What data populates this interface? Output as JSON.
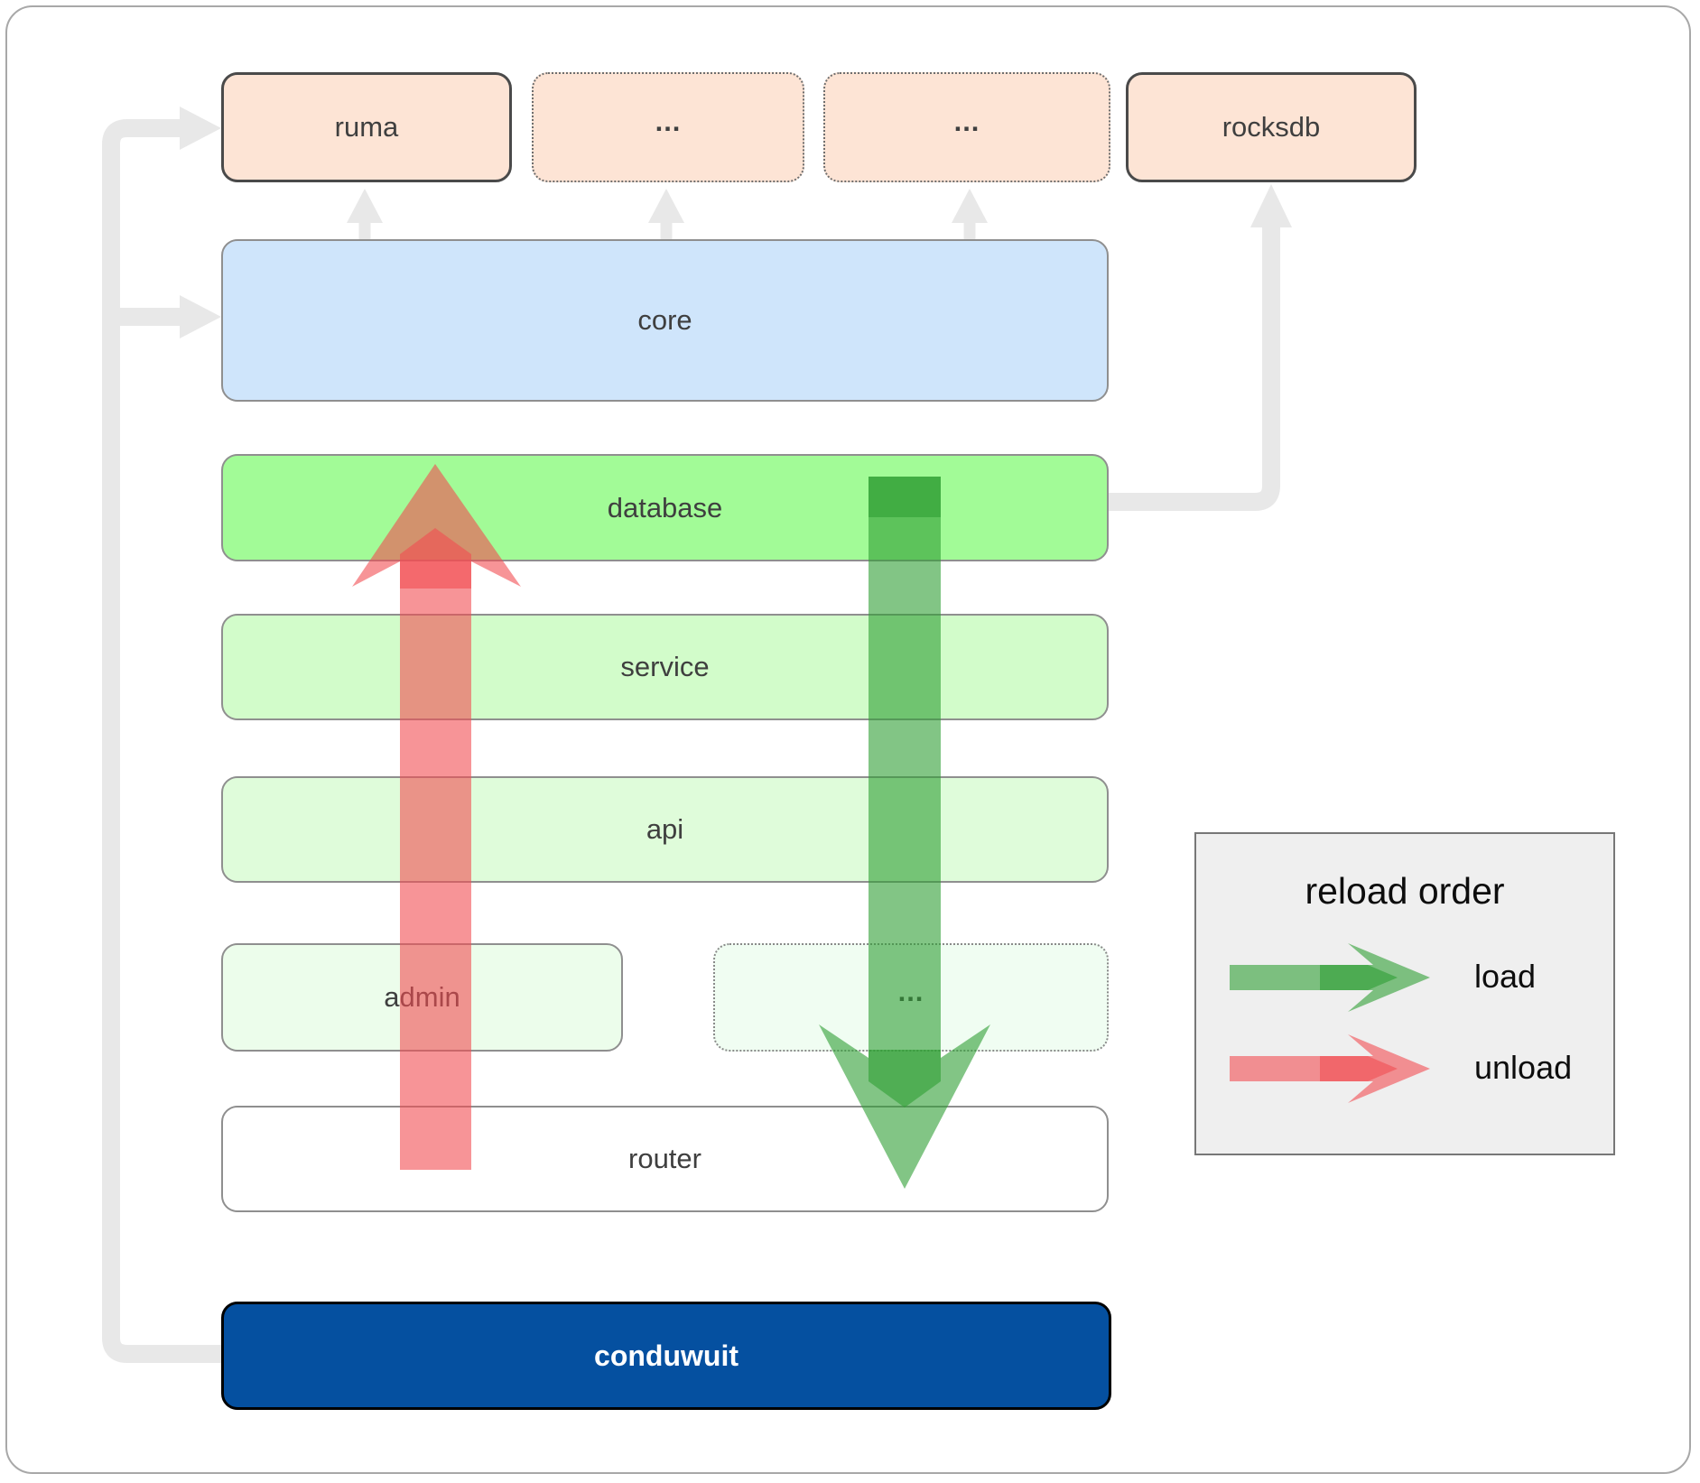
{
  "boxes": {
    "ruma": {
      "label": "ruma"
    },
    "dots_top_1": {
      "label": "..."
    },
    "dots_top_2": {
      "label": "..."
    },
    "rocksdb": {
      "label": "rocksdb"
    },
    "core": {
      "label": "core"
    },
    "database": {
      "label": "database"
    },
    "service": {
      "label": "service"
    },
    "api": {
      "label": "api"
    },
    "admin": {
      "label": "admin"
    },
    "dots_admin": {
      "label": "..."
    },
    "router": {
      "label": "router"
    },
    "conduwuit": {
      "label": "conduwuit"
    }
  },
  "legend": {
    "title": "reload order",
    "items": [
      {
        "label": "load",
        "color": "#2e9e33"
      },
      {
        "label": "unload",
        "color": "#f24d52"
      }
    ]
  },
  "arrows": {
    "load": {
      "direction": "down",
      "color": "#2e9e33"
    },
    "unload": {
      "direction": "up",
      "color": "#f24d52"
    }
  },
  "colors": {
    "connector": "#e8e8e8",
    "ruma_fill": "#fde4d5",
    "core_fill": "#cfe5fb",
    "database_fill": "#a2fb97",
    "service_fill": "#d2fcca",
    "api_fill": "#dffcda",
    "admin_fill": "#ecfdeb",
    "admin_dots_fill": "#f0fdf2",
    "router_fill": "#ffffff",
    "conduwuit_fill": "#0550a0",
    "legend_fill": "#efefef"
  }
}
